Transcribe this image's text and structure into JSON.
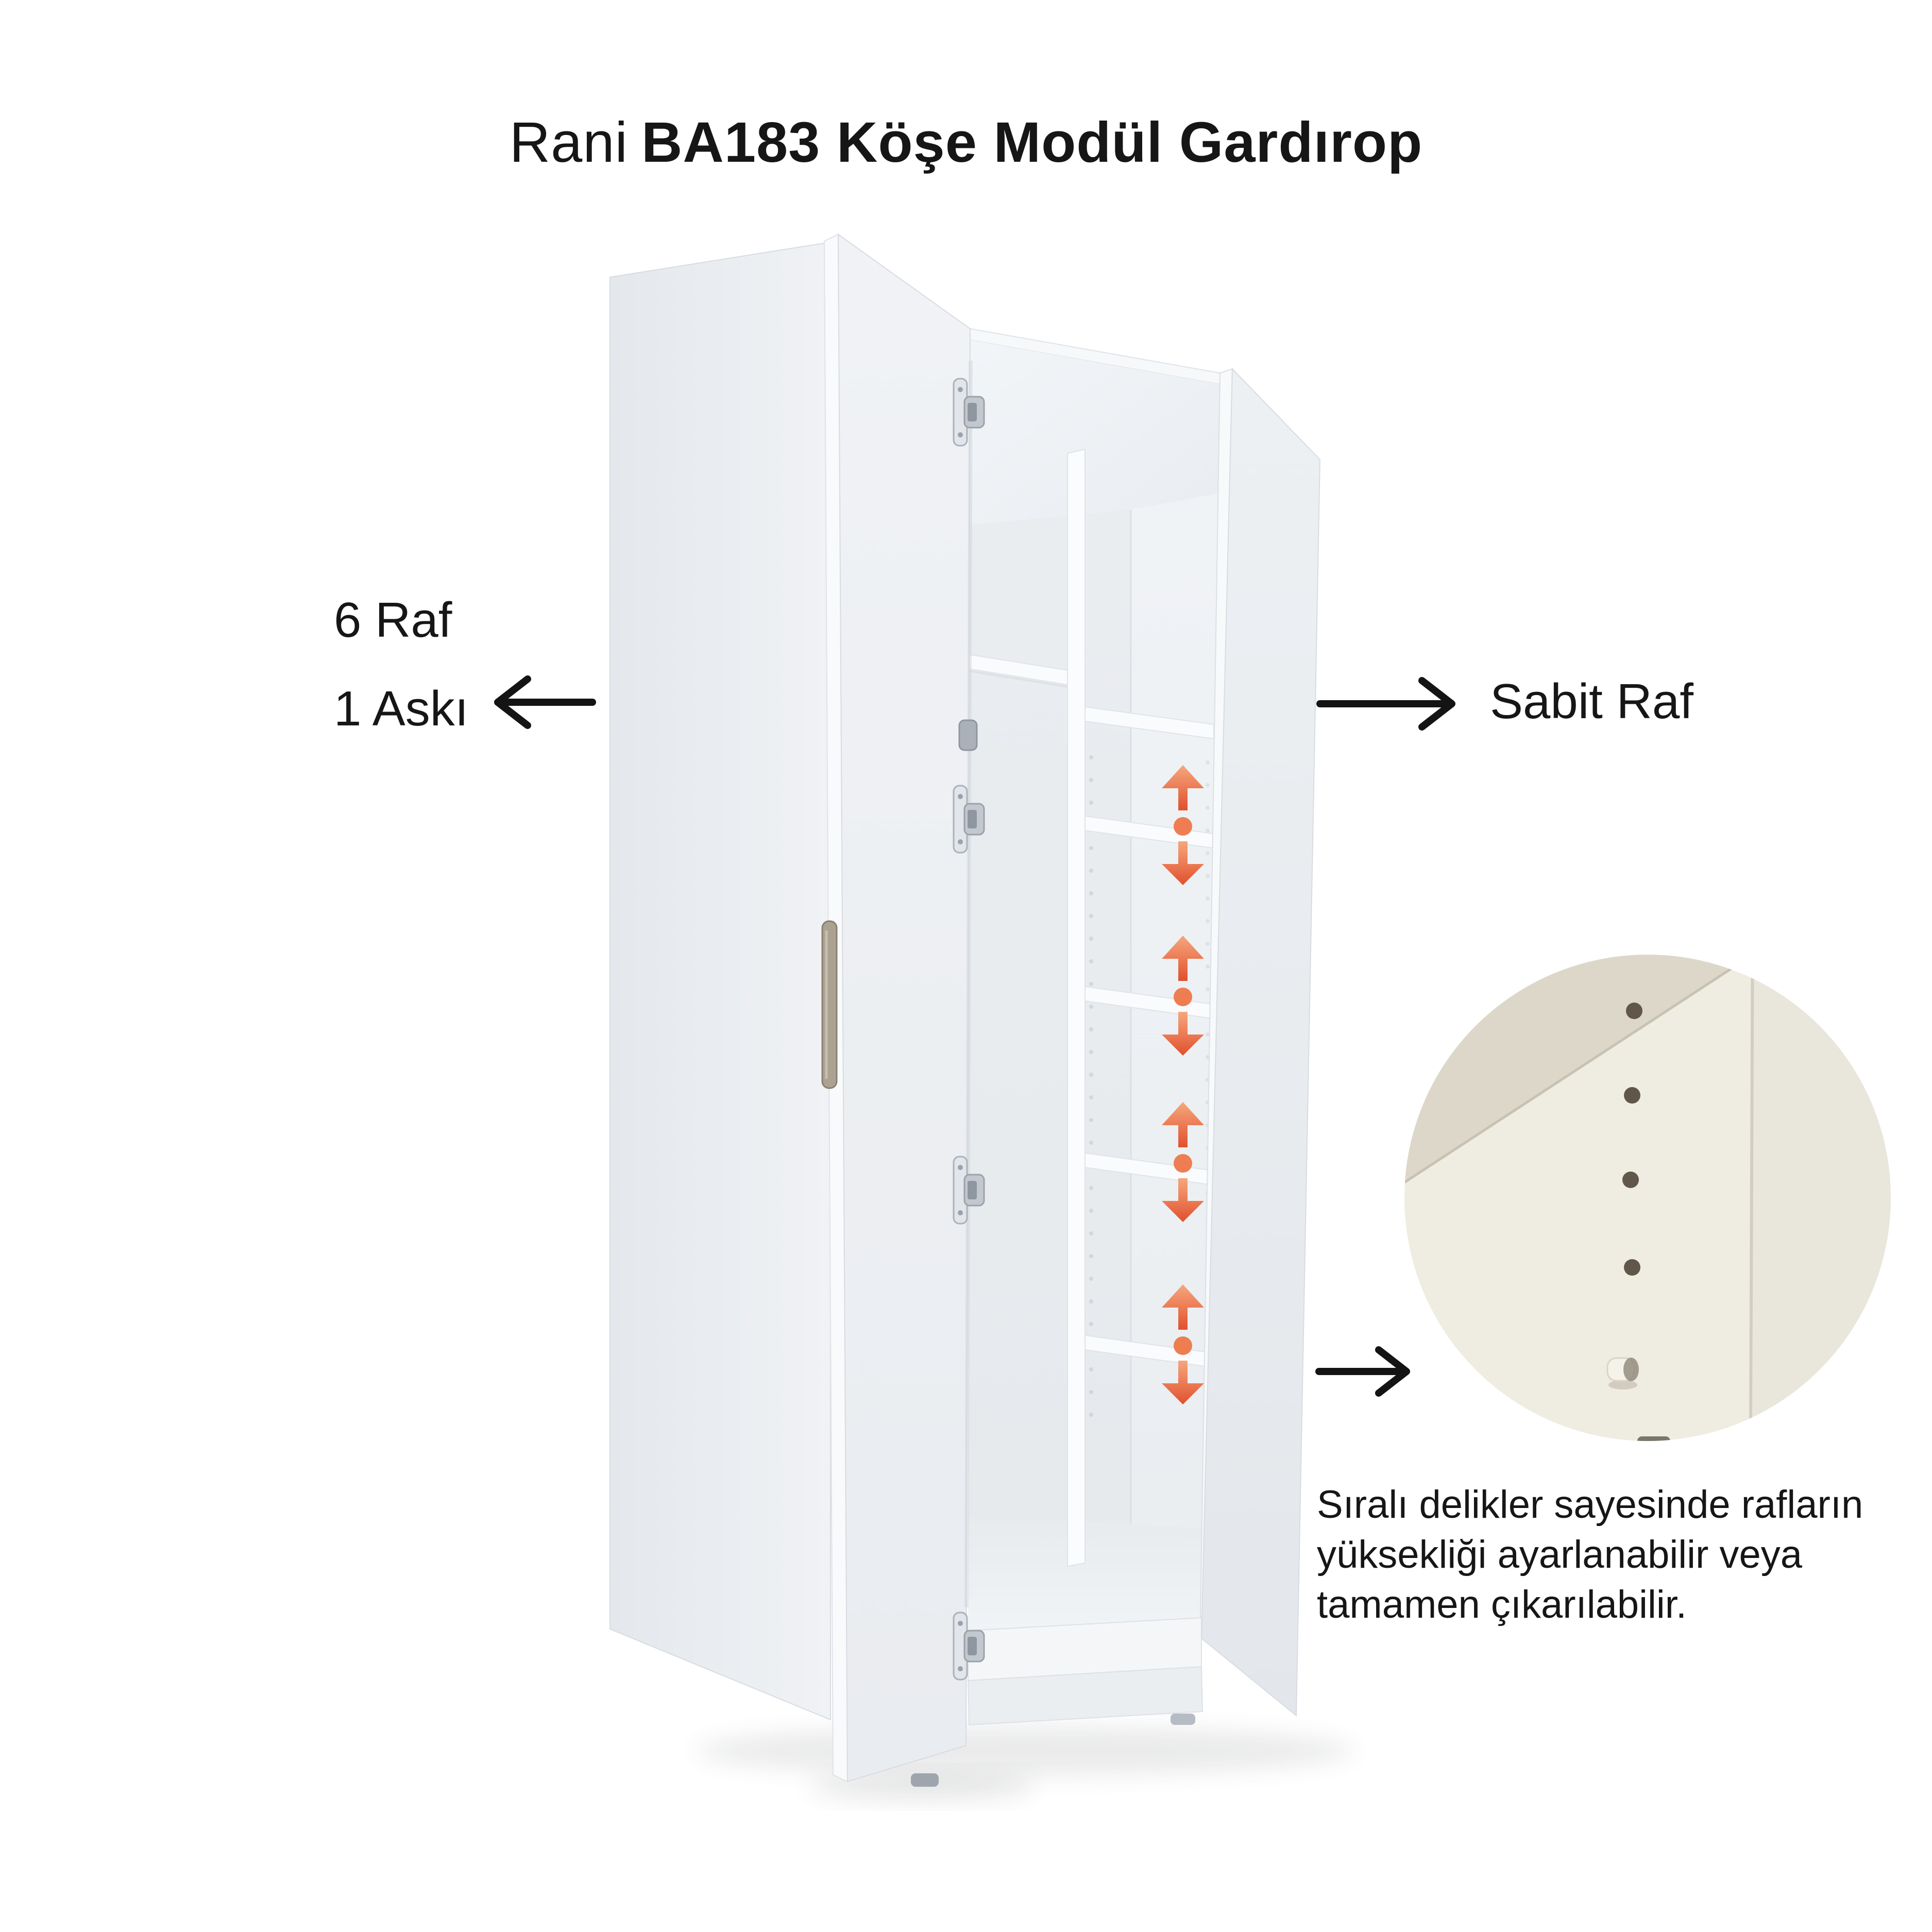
{
  "page": {
    "background": "#FFFFFF",
    "language": "tr"
  },
  "header": {
    "title": {
      "brand": "Rani",
      "model": "BA183 Köşe Modül Gardırop"
    }
  },
  "callouts": {
    "capacity": {
      "line1": "6 Raf",
      "line2": "1 Askı"
    },
    "fixed_shelf": {
      "label": "Sabit Raf"
    },
    "adjustable_holes": {
      "line1": "Sıralı delikler sayesinde rafların",
      "line2": "yüksekliği ayarlanabilir veya",
      "line3": "tamamen çıkarılabilir."
    }
  },
  "illustration": {
    "shelf_adjust_indicators": 4,
    "detail_photo_drill_holes": 4,
    "detail_photo_shelf_pins": 1,
    "door_hinges": 4
  },
  "colors": {
    "text": "#161616",
    "arrow_black": "#141414",
    "accent_orange_light": "#F5A77E",
    "accent_orange_mid": "#EC7C55",
    "accent_orange_dark": "#E0502F",
    "accent_orange_dot": "#EE7D52",
    "cabinet_white": "#EDEFF2",
    "photo_cream": "#EFECE2",
    "photo_taupe": "#DDD7C9",
    "hole_brown": "#60574A",
    "handle_tan": "#ACA291"
  },
  "icons": {
    "capacity_arrow": "arrow-left",
    "fixed_shelf_arrow": "arrow-right",
    "photo_arrow": "arrow-right",
    "shelf_adjust_up": "arrow-up",
    "shelf_adjust_down": "arrow-down",
    "shelf_pin": "dot"
  }
}
